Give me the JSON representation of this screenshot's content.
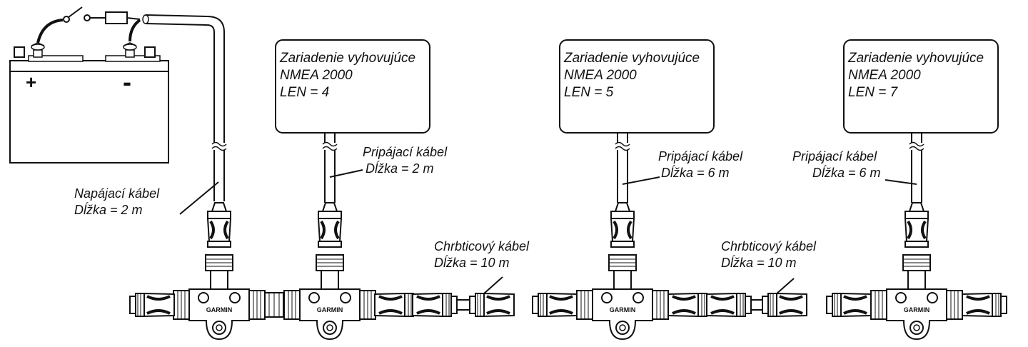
{
  "devices": [
    {
      "line1": "Zariadenie vyhovujúce",
      "line2": "NMEA 2000",
      "line3": "LEN = 4"
    },
    {
      "line1": "Zariadenie vyhovujúce",
      "line2": "NMEA 2000",
      "line3": "LEN = 5"
    },
    {
      "line1": "Zariadenie vyhovujúce",
      "line2": "NMEA 2000",
      "line3": "LEN = 7"
    }
  ],
  "power_cable": {
    "name": "Napájací kábel",
    "length": "Dĺžka = 2 m"
  },
  "drop_cables": [
    {
      "name": "Pripájací kábel",
      "length": "Dĺžka = 2 m"
    },
    {
      "name": "Pripájací kábel",
      "length": "Dĺžka = 6 m"
    },
    {
      "name": "Pripájací kábel",
      "length": "Dĺžka = 6 m"
    }
  ],
  "backbone_cables": [
    {
      "name": "Chrbticový kábel",
      "length": "Dĺžka = 10 m"
    },
    {
      "name": "Chrbticový kábel",
      "length": "Dĺžka = 10 m"
    }
  ],
  "battery": {
    "positive": "+",
    "negative": "-"
  },
  "brand": "GARMIN"
}
